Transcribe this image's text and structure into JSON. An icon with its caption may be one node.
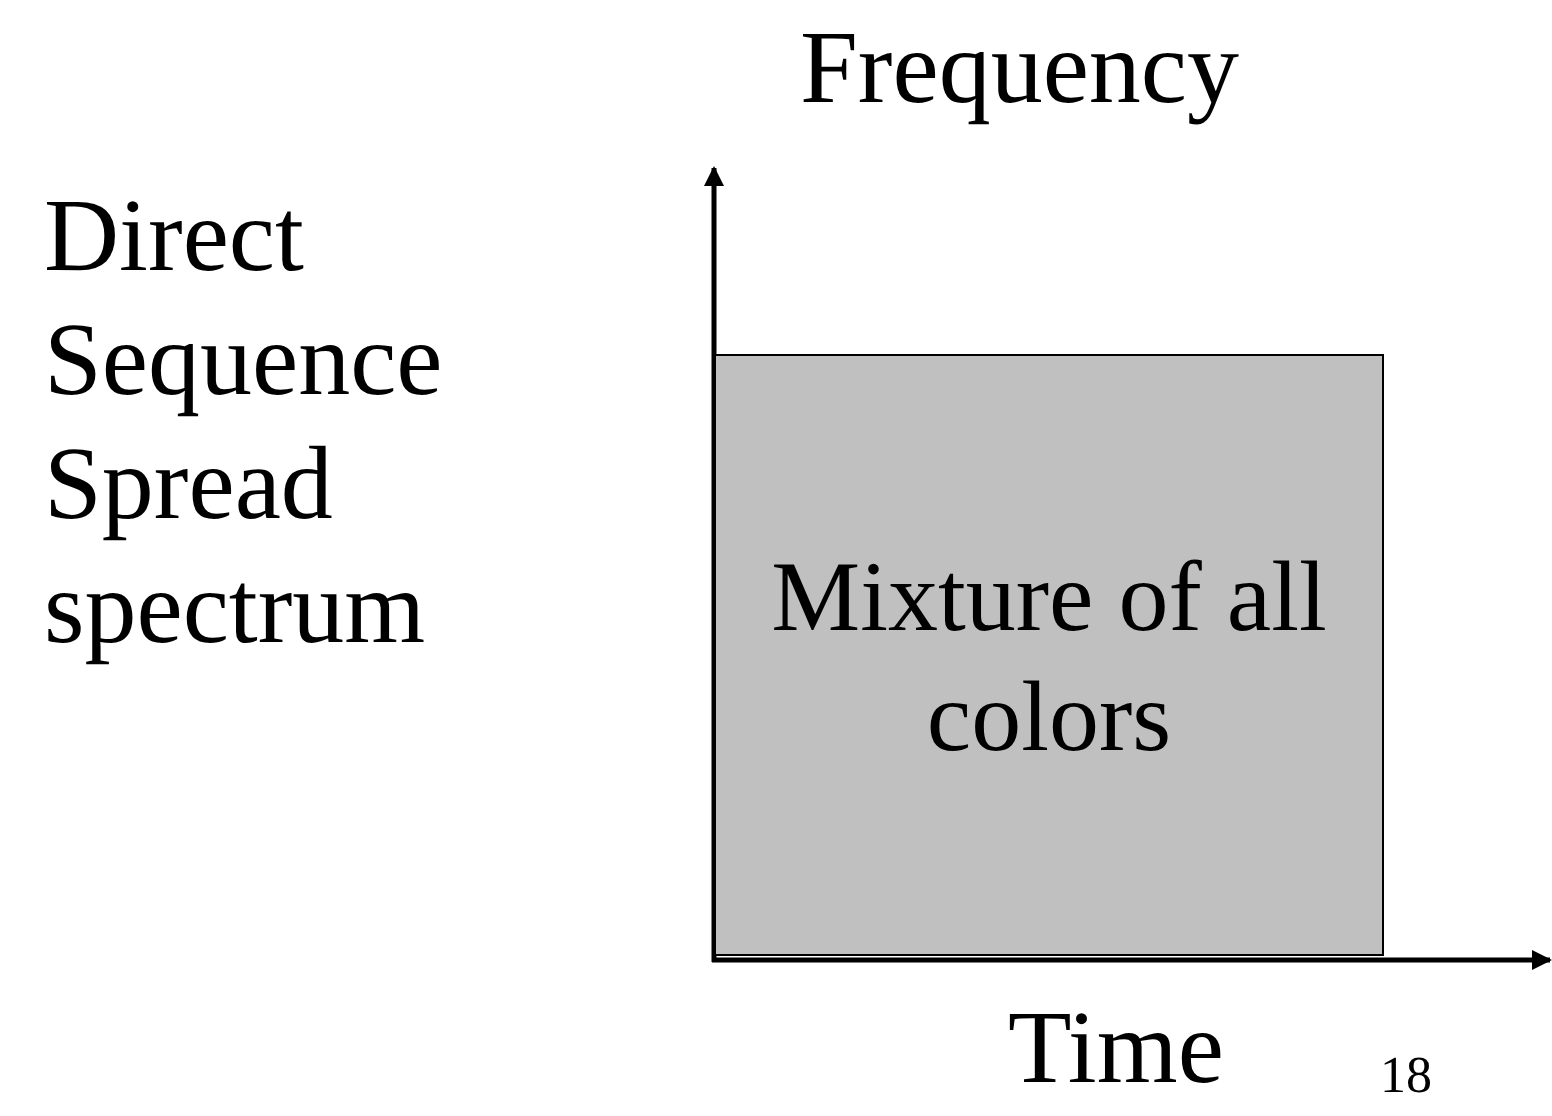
{
  "diagram": {
    "title": "Direct Sequence Spread spectrum",
    "nodes": [
      {
        "text": [
          "Mixture of all colors"
        ]
      }
    ],
    "labels": [
      "Frequency",
      "Time",
      "18"
    ]
  }
}
